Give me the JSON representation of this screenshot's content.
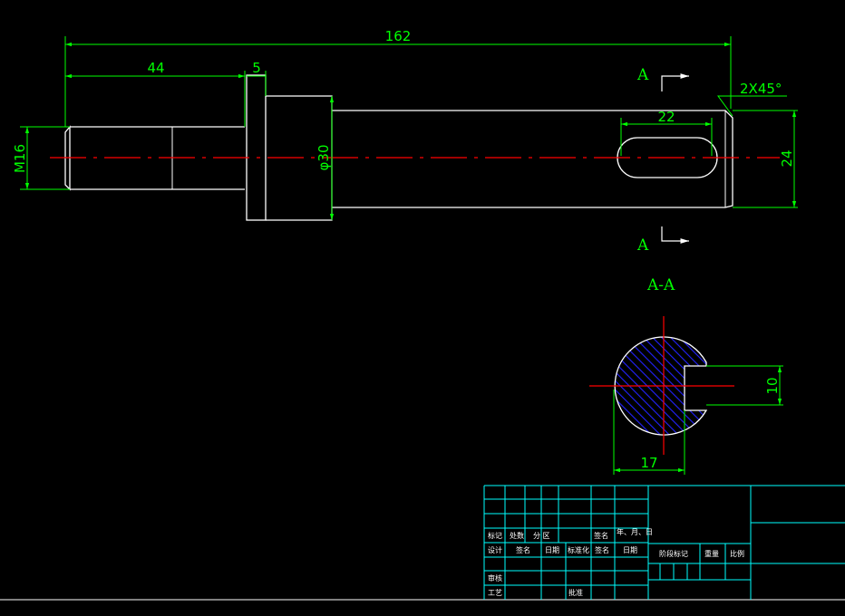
{
  "colors": {
    "background": "#000000",
    "outline": "#ffffff",
    "dimension": "#00ff00",
    "centerline": "#ff0000",
    "hatch": "#0000ff",
    "titleblock": "#00ffff",
    "text": "#ffffff"
  },
  "dimensions": {
    "overall_length": "162",
    "thread_length": "44",
    "collar_width": "5",
    "thread_dia": "M16",
    "main_dia": "φ30",
    "slot_length": "22",
    "end_dia": "24",
    "chamfer": "2X45°",
    "flat_width": "10",
    "flat_depth": "17"
  },
  "section": {
    "mark_top": "A",
    "mark_bottom": "A",
    "title": "A-A"
  },
  "titleblock": {
    "r1": {
      "mark": "标记",
      "qty": "处数",
      "area": "分 区",
      "sign": "签名",
      "date": "年、月、日"
    },
    "r2": {
      "design": "设计",
      "sign": "签名",
      "date": "日期",
      "std": "标准化",
      "sign2": "签名",
      "date2": "日期"
    },
    "review": "审核",
    "process": "工艺",
    "approve": "批准",
    "stage": "阶段标记",
    "weight": "重量",
    "scale": "比例"
  }
}
